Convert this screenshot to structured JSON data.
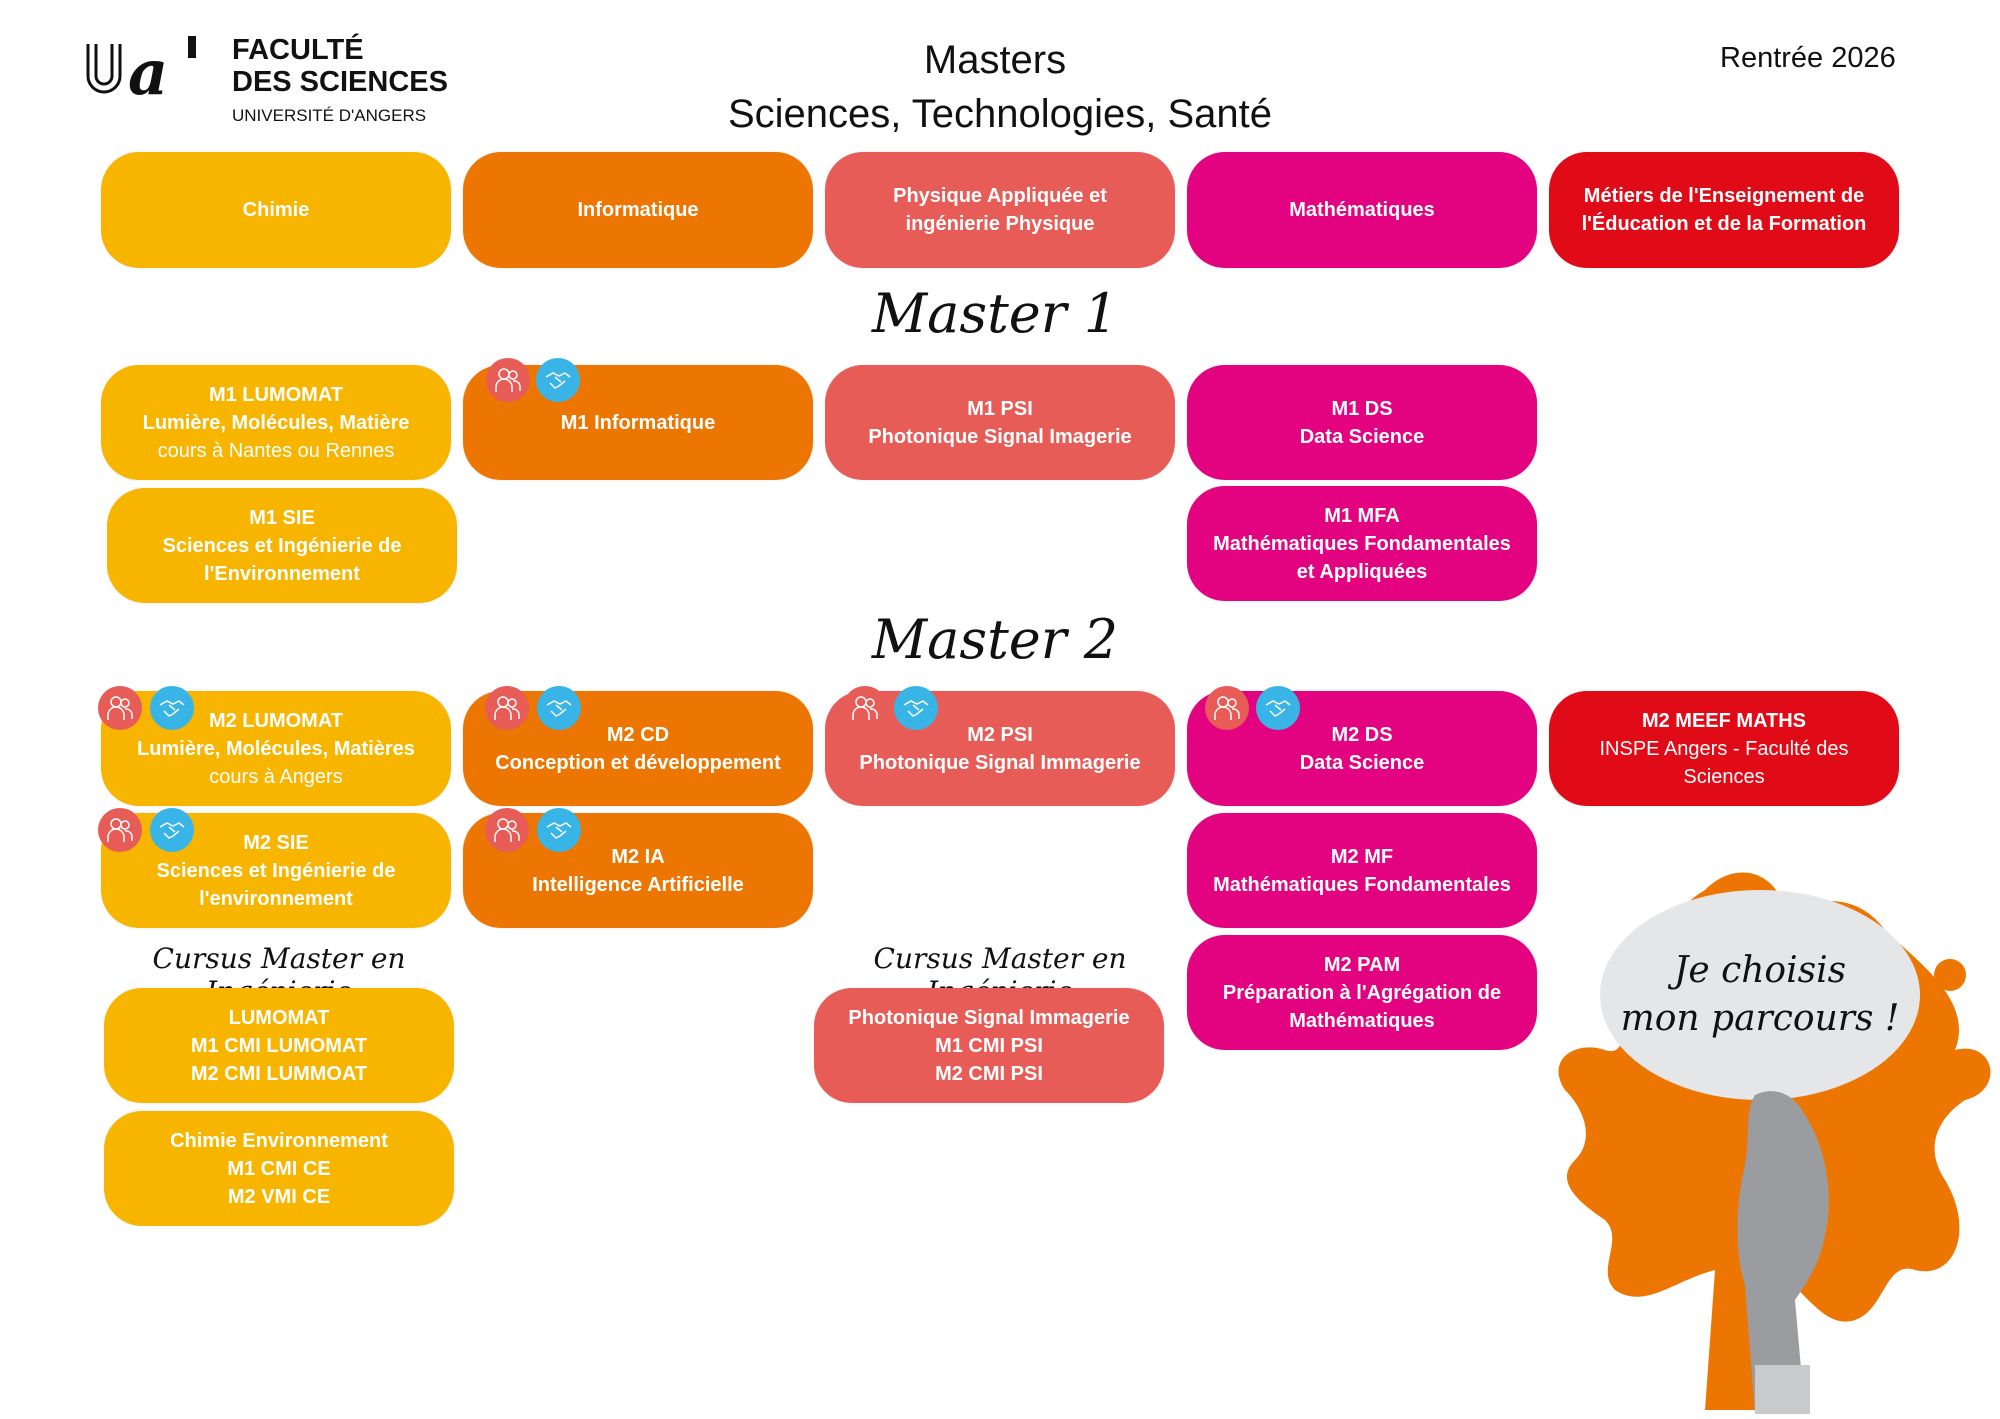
{
  "header": {
    "logo": {
      "mark": "ua",
      "line1": "FACULTÉ",
      "line2": "DES SCIENCES",
      "line3": "UNIVERSITÉ D'ANGERS"
    },
    "title_line1": "Masters",
    "title_line2": "Sciences, Technologies, Santé",
    "rentree": "Rentrée 2026"
  },
  "colors": {
    "chimie": "#f8b500",
    "informatique": "#ec7601",
    "physique": "#e85c58",
    "mathematiques": "#e3027f",
    "meef": "#e10a17",
    "badge_apprentissage": "#e85c58",
    "badge_contrat_pro": "#38b5e6"
  },
  "disciplines": [
    {
      "label": "Chimie"
    },
    {
      "label": "Informatique"
    },
    {
      "label": "Physique Appliquée et ingénierie Physique"
    },
    {
      "label": "Mathématiques"
    },
    {
      "label": "Métiers de l'Enseignement de l'Éducation et de la Formation"
    }
  ],
  "sections": {
    "master1": "Master 1",
    "master2": "Master 2",
    "cmi_left": "Cursus Master en Ingénierie",
    "cmi_center": "Cursus Master en Ingénierie"
  },
  "badges": {
    "apprentissage": "Apprentissage",
    "contrat_pro": "Contrat pro"
  },
  "m1": {
    "lumomat": {
      "code": "M1 LUMOMAT",
      "name": "Lumière, Molécules, Matière",
      "note": "cours à Nantes ou Rennes"
    },
    "sie": {
      "code": "M1 SIE",
      "name1": "Sciences et Ingénierie de",
      "name2": "l'Environnement"
    },
    "info": {
      "code": "M1 Informatique"
    },
    "psi": {
      "code": "M1 PSI",
      "name": "Photonique Signal Imagerie"
    },
    "ds": {
      "code": "M1 DS",
      "name": "Data Science"
    },
    "mfa": {
      "code": "M1 MFA",
      "name1": "Mathématiques Fondamentales",
      "name2": "et Appliquées"
    }
  },
  "m2": {
    "lumomat": {
      "code": "M2 LUMOMAT",
      "name": "Lumière, Molécules, Matières",
      "note": "cours à Angers"
    },
    "sie": {
      "code": "M2 SIE",
      "name1": "Sciences et Ingénierie de",
      "name2": "l'environnement"
    },
    "cd": {
      "code": "M2 CD",
      "name": "Conception et développement"
    },
    "ia": {
      "code": "M2 IA",
      "name": "Intelligence Artificielle"
    },
    "psi": {
      "code": "M2 PSI",
      "name": "Photonique Signal Immagerie"
    },
    "ds": {
      "code": "M2 DS",
      "name": "Data Science"
    },
    "mf": {
      "code": "M2 MF",
      "name": "Mathématiques Fondamentales"
    },
    "pam": {
      "code": "M2 PAM",
      "name1": "Préparation à l'Agrégation de",
      "name2": "Mathématiques"
    },
    "meef": {
      "code": "M2 MEEF MATHS",
      "name1": "INSPE Angers - Faculté des",
      "name2": "Sciences"
    }
  },
  "cmi": {
    "lumomat": {
      "line1": "LUMOMAT",
      "line2": "M1 CMI LUMOMAT",
      "line3": "M2 CMI LUMMOAT"
    },
    "ce": {
      "line1": "Chimie Environnement",
      "line2": "M1 CMI CE",
      "line3": "M2 VMI CE"
    },
    "psi": {
      "line1": "Photonique Signal Immagerie",
      "line2": "M1 CMI PSI",
      "line3": "M2 CMI PSI"
    }
  },
  "illustration": {
    "bubble_line1": "Je choisis",
    "bubble_line2": "mon parcours !"
  }
}
